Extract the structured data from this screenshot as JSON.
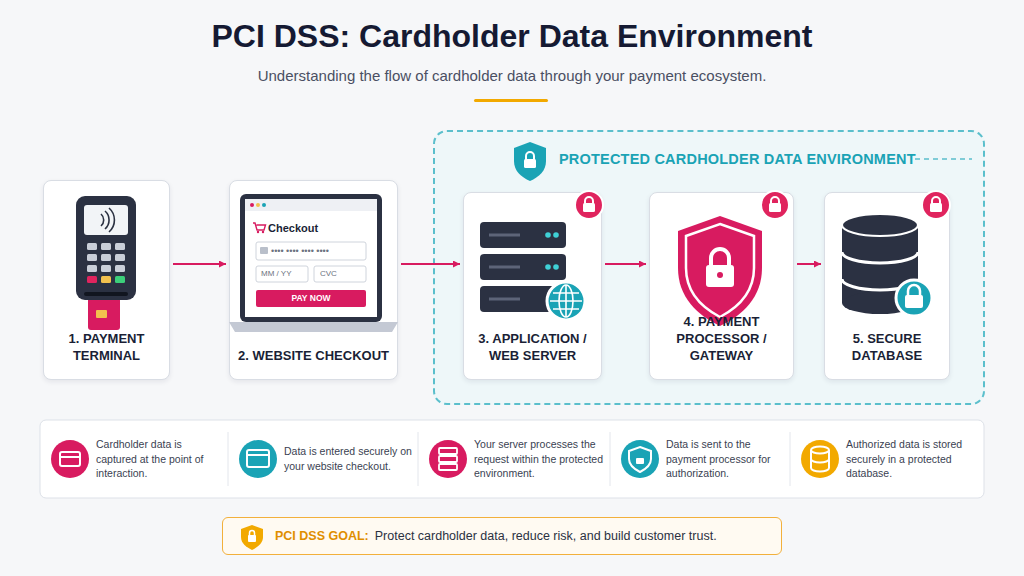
{
  "diagram": {
    "title": "PCI DSS: Cardholder Data Environment",
    "nodes": [
      {
        "text": [
          "1. PAYMENT TERMINAL"
        ]
      },
      {
        "text": [
          "2. WEBSITE CHECKOUT"
        ]
      },
      {
        "text": [
          "PROTECTED CARDHOLDER DATA ENVIRONMENT"
        ]
      },
      {
        "text": [
          "3. APPLICATION / WEB SERVER"
        ],
        "in": 2
      },
      {
        "text": [
          "4. PAYMENT PROCESSOR / GATEWAY"
        ],
        "in": 2
      },
      {
        "text": [
          "5. SECURE DATABASE"
        ],
        "in": 2
      },
      {
        "text": [
          "Cardholder data is captured at the point of interaction."
        ]
      },
      {
        "text": [
          "Data is entered securely on your website checkout."
        ]
      },
      {
        "text": [
          "Your server processes the request within the protected environment."
        ]
      },
      {
        "text": [
          "Data is sent to the payment processor for authorization."
        ]
      },
      {
        "text": [
          "Authorized data is stored securely in a protected database."
        ]
      },
      {
        "text": [
          "PCI DSS GOAL:",
          "Protect cardholder data, reduce risk, and build customer trust."
        ]
      }
    ],
    "edges": [
      {
        "from": 0,
        "to": 1,
        "arrow": "to"
      },
      {
        "from": 1,
        "to": 3,
        "arrow": "to"
      },
      {
        "from": 3,
        "to": 4,
        "arrow": "to"
      },
      {
        "from": 4,
        "to": 5,
        "arrow": "to"
      }
    ],
    "labels": [
      "Understanding the flow of cardholder data through your payment ecosystem.",
      "Checkout",
      "•••• •••• •••• ••••",
      "MM / YY",
      "CVC",
      "PAY NOW"
    ]
  }
}
